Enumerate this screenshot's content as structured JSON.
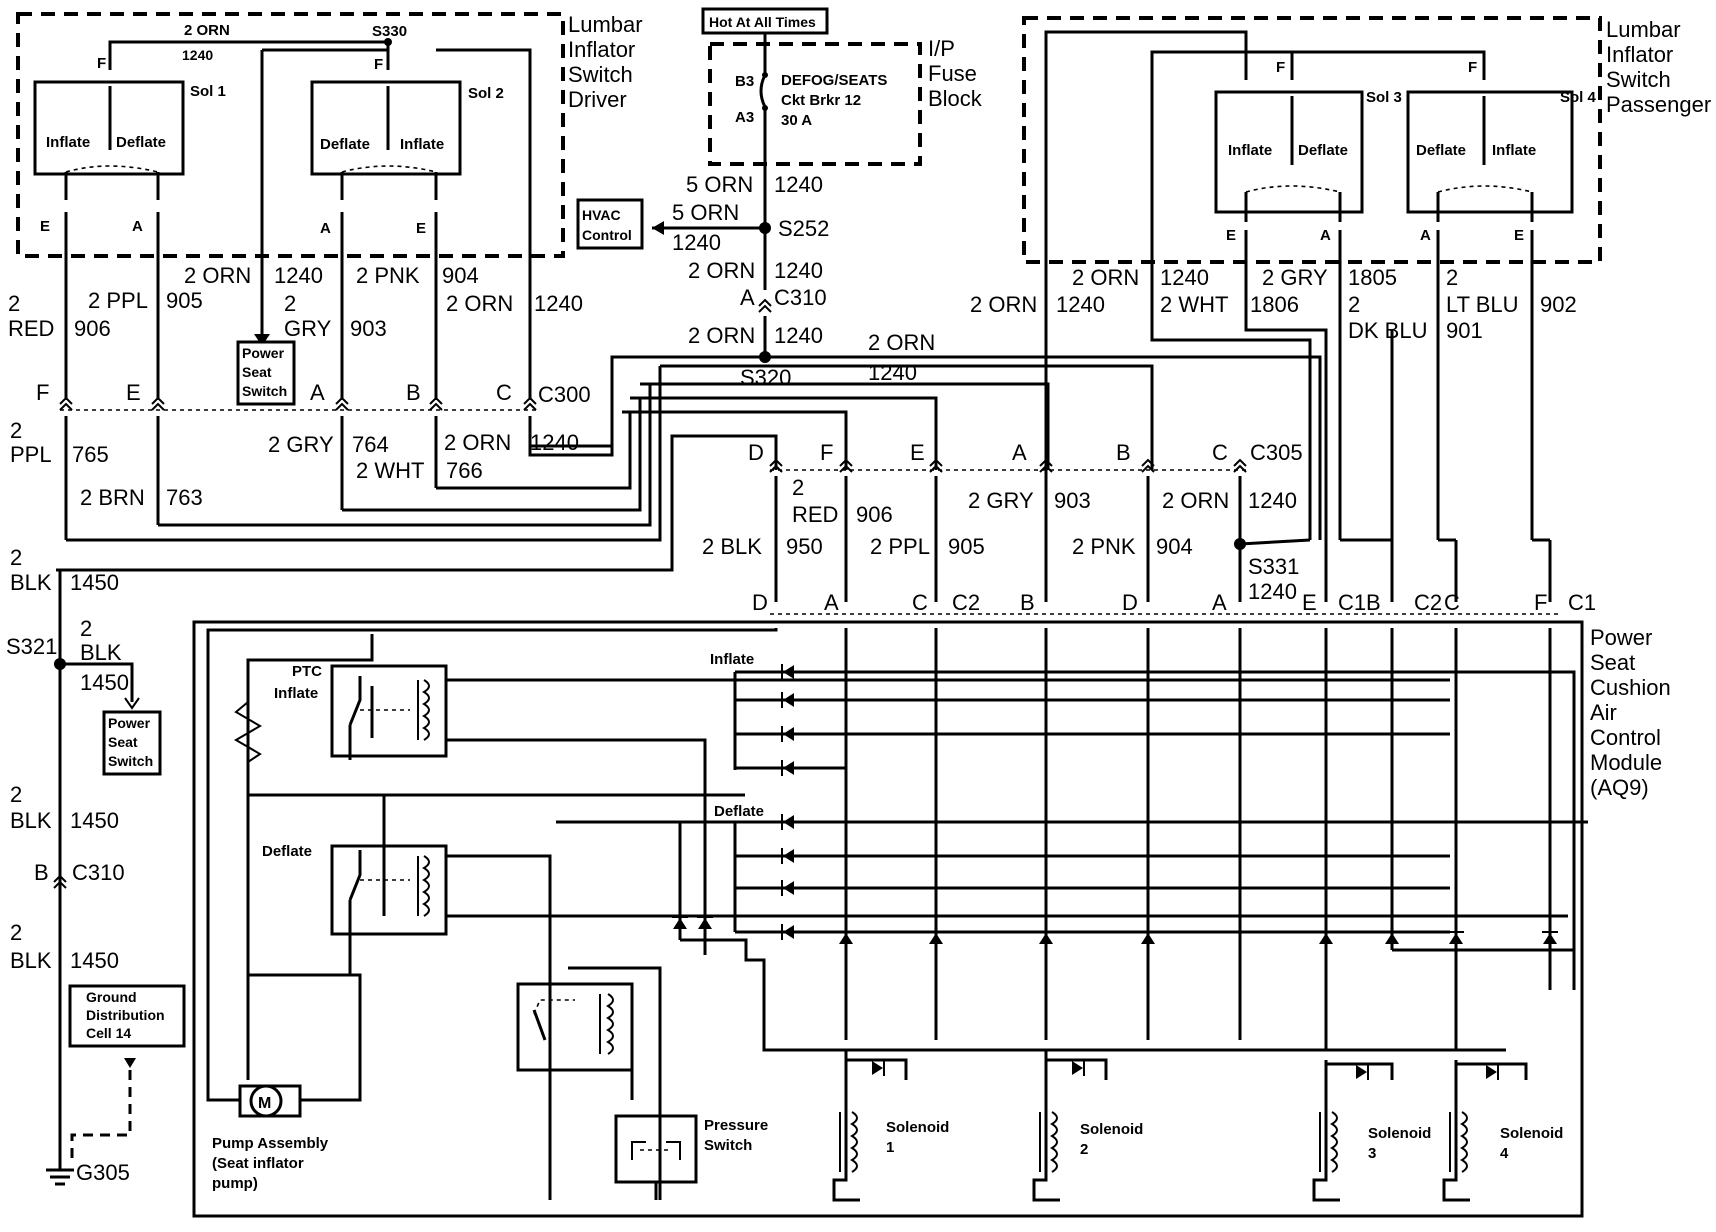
{
  "modules": {
    "driver_switch": [
      "Lumbar",
      "Inflator",
      "Switch",
      "Driver"
    ],
    "passenger_switch": [
      "Lumbar",
      "Inflator",
      "Switch",
      "Passenger"
    ],
    "fuse_block": [
      "I/P",
      "Fuse",
      "Block"
    ],
    "control_module": [
      "Power",
      "Seat",
      "Cushion",
      "Air",
      "Control",
      "Module",
      "(AQ9)"
    ],
    "hot_at_all_times": "Hot At All Times",
    "fuse": {
      "pin_top": "B3",
      "pin_bottom": "A3",
      "name": "DEFOG/SEATS",
      "ckt": "Ckt Brkr 12",
      "rating": "30 A"
    },
    "hvac": [
      "HVAC",
      "Control"
    ],
    "power_seat_switch": [
      "Power",
      "Seat",
      "Switch"
    ],
    "ground_dist": [
      "Ground",
      "Distribution",
      "Cell 14"
    ],
    "ground": "G305"
  },
  "solenoids_switch": {
    "sol1": "Sol 1",
    "sol2": "Sol 2",
    "sol3": "Sol 3",
    "sol4": "Sol 4",
    "inflate": "Inflate",
    "deflate": "Deflate"
  },
  "internal": {
    "ptc": [
      "PTC",
      "Inflate"
    ],
    "deflate_relay": "Deflate",
    "inflate_bus": "Inflate",
    "deflate_bus": "Deflate",
    "pump": [
      "Pump Assembly",
      "(Seat inflator",
      "pump)"
    ],
    "pump_symbol": "M",
    "pressure": [
      "Pressure",
      "Switch"
    ],
    "solenoid": "Solenoid",
    "sol_nums": [
      "1",
      "2",
      "3",
      "4"
    ]
  },
  "splices": {
    "s330": "S330",
    "s252": "S252",
    "s320": "S320",
    "s321": "S321",
    "s331": "S331"
  },
  "connectors": {
    "c300": "C300",
    "c305": "C305",
    "c310": "C310",
    "c1": "C1",
    "c2": "C2"
  },
  "pins": [
    "A",
    "B",
    "C",
    "D",
    "E",
    "F"
  ],
  "wires": {
    "orn2": "2 ORN",
    "orn5": "5 ORN",
    "n1240": "1240",
    "ppl": "2 PPL",
    "n905": "905",
    "red": "RED",
    "n906": "906",
    "two": "2",
    "gry": "GRY",
    "gry2": "2 GRY",
    "n903": "903",
    "pnk": "2 PNK",
    "n904": "904",
    "ppl_l": "PPL",
    "n765": "765",
    "brn": "2 BRN",
    "n763": "763",
    "n764": "764",
    "wht2": "2 WHT",
    "n766": "766",
    "blk2": "2 BLK",
    "blk": "BLK",
    "n950": "950",
    "n1450": "1450",
    "n1805": "1805",
    "n1806": "1806",
    "dkblu": "DK BLU",
    "n901": "901",
    "ltblu": "LT BLU",
    "n902": "902"
  }
}
